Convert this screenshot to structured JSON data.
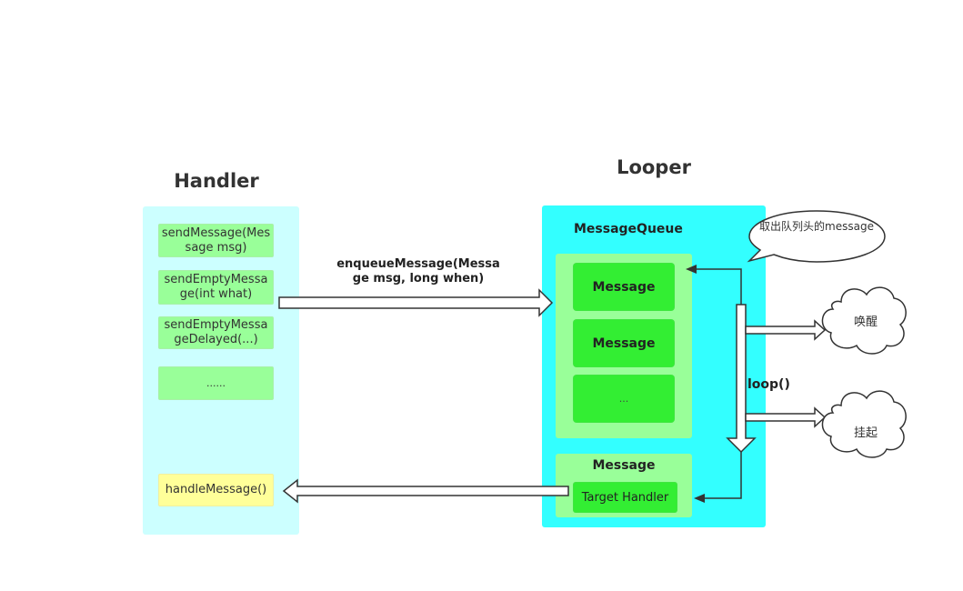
{
  "handler": {
    "title": "Handler",
    "methods": [
      "sendMessage(Message msg)",
      "sendEmptyMessage(int what)",
      "sendEmptyMessageDelayed(...)",
      "......"
    ],
    "handle_method": "handleMessage()"
  },
  "looper": {
    "title": "Looper",
    "queue_title": "MessageQueue",
    "queue_items": [
      "Message",
      "Message",
      "..."
    ],
    "current_message": {
      "title": "Message",
      "target": "Target Handler"
    }
  },
  "edges": {
    "enqueue_label": "enqueueMessage(Message msg, long when)",
    "loop_label": "loop()"
  },
  "annotations": {
    "speech_bubble": "取出队列头的message",
    "cloud_wake": "唤醒",
    "cloud_suspend": "挂起"
  },
  "colors": {
    "handler_panel": "#ccffff",
    "method_box": "#99ff99",
    "handle_box": "#ffff99",
    "looper_panel": "#33ffff",
    "message_box": "#33ee33"
  }
}
